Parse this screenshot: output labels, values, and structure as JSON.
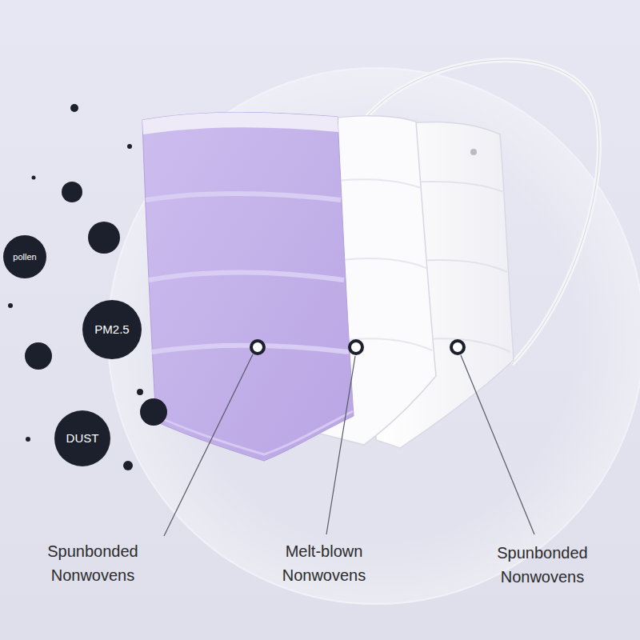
{
  "diagram": {
    "nodes": [
      {
        "text": [
          "pollen"
        ]
      },
      {
        "text": [
          "PM2.5"
        ]
      },
      {
        "text": [
          "DUST"
        ]
      }
    ],
    "labels": [
      "Spunbonded Nonwovens",
      "Melt-blown Nonwovens",
      "Spunbonded Nonwovens"
    ]
  }
}
